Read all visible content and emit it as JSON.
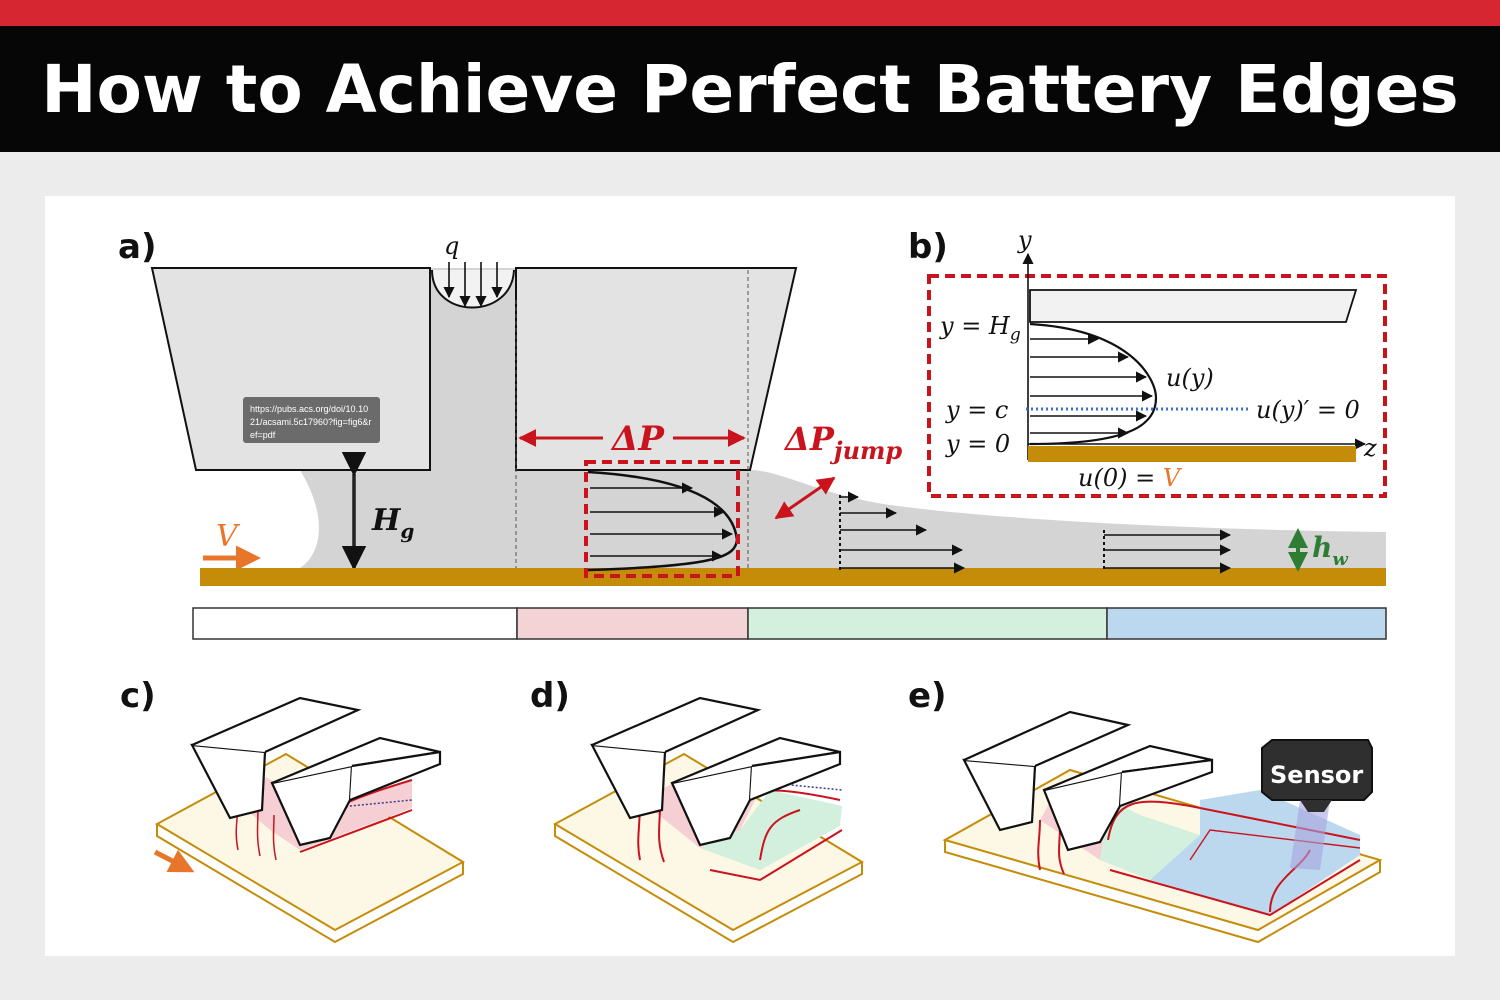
{
  "header": {
    "title": "How to Achieve Perfect Battery Edges",
    "accent_color": "#d62631",
    "bar_color": "#060606"
  },
  "figure": {
    "panel_labels": {
      "a": "a)",
      "b": "b)",
      "c": "c)",
      "d": "d)",
      "e": "e)"
    },
    "panel_a": {
      "q_label": "q",
      "delta_p": "ΔP",
      "delta_p_jump_main": "ΔP",
      "delta_p_jump_sub": "jump",
      "hg_main": "H",
      "hg_sub": "g",
      "v_label": "V",
      "hw_main": "h",
      "hw_sub": "w",
      "url_lines": [
        "https://pubs.acs.org/doi/10.10",
        "21/acsami.5c17960?fig=fig6&r",
        "ef=pdf"
      ],
      "zone_colors": [
        "#ffffff",
        "#f3d3d6",
        "#d3efdd",
        "#bcd8ee"
      ]
    },
    "panel_b": {
      "axis_y": "y",
      "axis_z": "z",
      "y_hg_left": "y = H",
      "y_hg_sub": "g",
      "y_c": "y = c",
      "y_0": "y = 0",
      "u_y": "u(y)",
      "u_prime": "u(y)′ = 0",
      "u0_left": "u(0) = ",
      "u0_v": "V"
    },
    "panel_e": {
      "sensor_label": "Sensor"
    },
    "colors": {
      "substrate": "#c58c0a",
      "fluid": "#d4d4d4",
      "red_dashed": "#c9141e",
      "orange": "#e8762a",
      "green": "#2e7d32",
      "blue_dotted": "#3b6fd4"
    }
  }
}
